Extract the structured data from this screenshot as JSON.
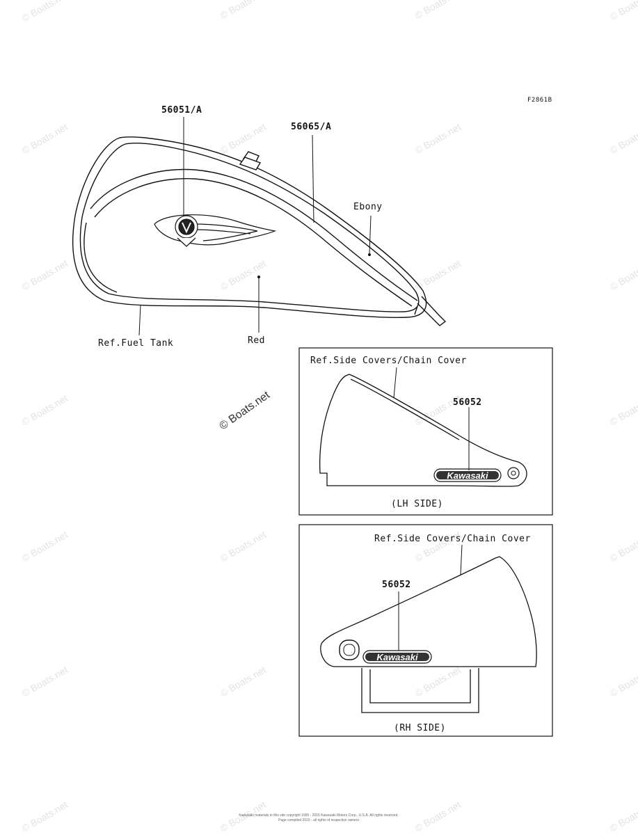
{
  "figure_code": "F2861B",
  "labels": {
    "part_56051": "56051/A",
    "part_56065": "56065/A",
    "ebony": "Ebony",
    "red": "Red",
    "ref_fuel_tank": "Ref.Fuel Tank"
  },
  "panel_lh": {
    "ref_label": "Ref.Side Covers/Chain Cover",
    "part": "56052",
    "side": "(LH SIDE)",
    "badge": "Kawasaki"
  },
  "panel_rh": {
    "ref_label": "Ref.Side Covers/Chain Cover",
    "part": "56052",
    "side": "(RH SIDE)",
    "badge": "Kawasaki"
  },
  "watermark": "© Boats.net",
  "footer": {
    "line1": "Kawasaki materials in this site copyright 1995 - 2015 Kawasaki Motors Corp., U.S.A. All rights reserved.",
    "line2": "Page compiled 2015 - all rights of respective owners"
  }
}
